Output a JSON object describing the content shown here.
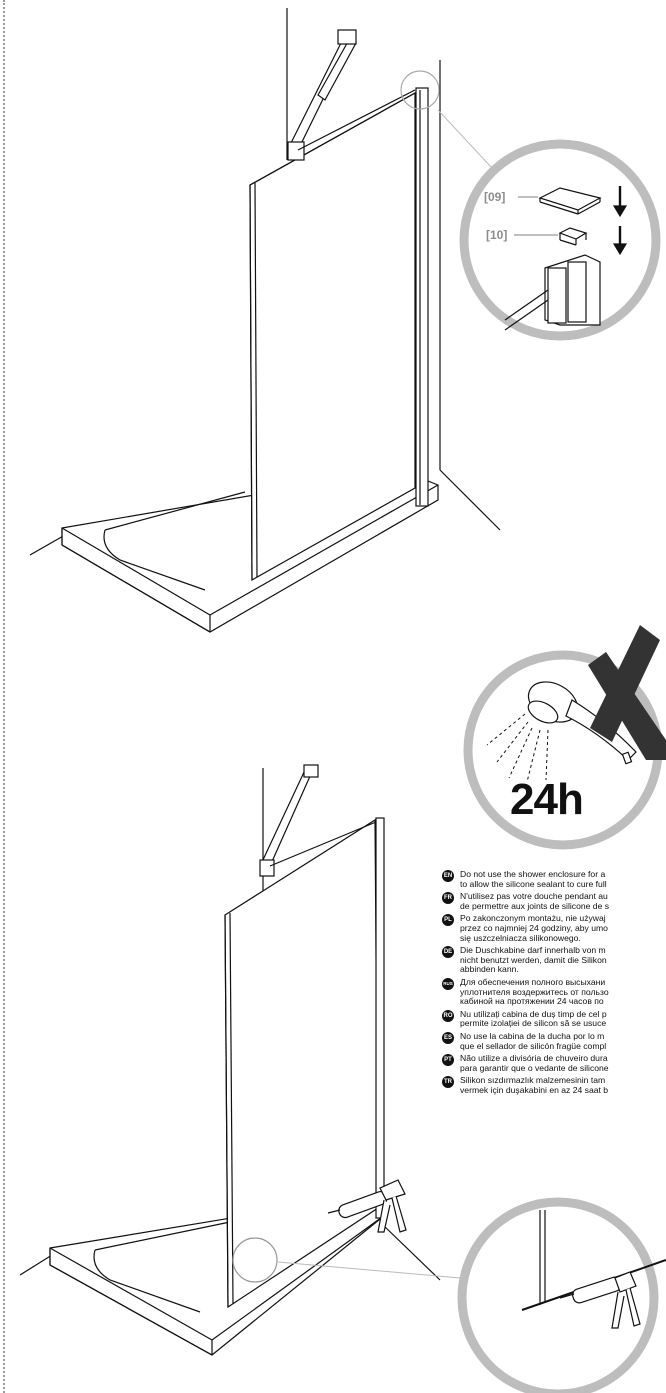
{
  "callouts": {
    "part_09": "[09]",
    "part_10": "[10]"
  },
  "cure_time": "24h",
  "instructions": [
    {
      "code": "EN",
      "text": "Do not use the shower enclosure for a\nto allow the silicone sealant to cure full"
    },
    {
      "code": "FR",
      "text": "N'utilisez pas votre douche pendant au\nde permettre aux joints de silicone de s"
    },
    {
      "code": "PL",
      "text": "Po zakonczonym montażu, nie używaj\nprzez co najmniej 24 godziny, aby umo\nsię uszczelniacza silikonowego."
    },
    {
      "code": "DE",
      "text": "Die Duschkabine darf innerhalb von m\nnicht benutzt werden, damit die Silikon\nabbinden kann."
    },
    {
      "code": "RUS",
      "text": "Для обеспечения полного высыхани\nуплотнителя воздержитесь от пользо\nкабиной на протяжении 24 часов по"
    },
    {
      "code": "RO",
      "text": "Nu utilizați cabina de duș timp de cel p\npermite izolației de silicon să se usuce"
    },
    {
      "code": "ES",
      "text": "No use la cabina de la ducha por lo m\nque el sellador de silicón fragüe compl"
    },
    {
      "code": "PT",
      "text": "Não utilize a divisória de chuveiro dura\npara garantir que o vedante de silicone"
    },
    {
      "code": "TR",
      "text": "Silikon sızdırmazlık malzemesinin tam\nvermek için duşakabini en az 24 saat b"
    }
  ]
}
